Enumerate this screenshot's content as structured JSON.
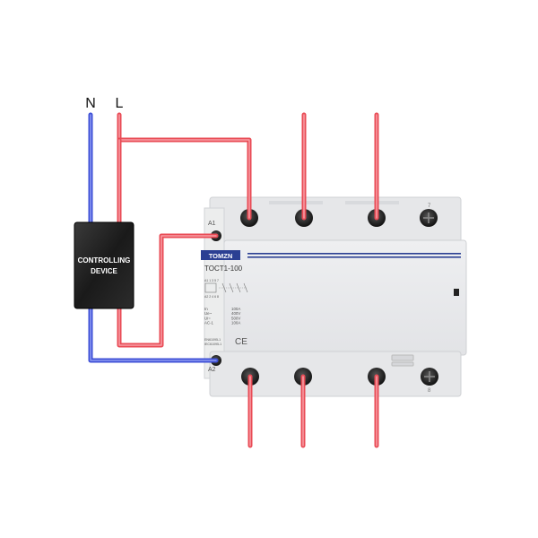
{
  "labels": {
    "neutral": "N",
    "line": "L",
    "terminal_a1": "A1",
    "terminal_a2": "A2",
    "terminal_7": "7",
    "terminal_8": "8"
  },
  "controller": {
    "line1": "CONTROLLING",
    "line2": "DEVICE"
  },
  "device": {
    "brand": "TOMZN",
    "model": "TOCT1-100",
    "schematic_top": "A1  1  3  5  7",
    "schematic_bottom": "A2  2  4  6  8",
    "specs": [
      {
        "key": "In",
        "value": "100A"
      },
      {
        "key": "Ue~",
        "value": "400V"
      },
      {
        "key": "Ui~",
        "value": "500V"
      },
      {
        "key": "AC-1",
        "value": "100A"
      }
    ],
    "standard_1": "EN61095-1",
    "standard_2": "IEC61095-1",
    "ce_mark": "CE"
  },
  "colors": {
    "live": "#e94b55",
    "live_core": "#f7a0a6",
    "neutral": "#3d4fd6",
    "neutral_core": "#8f9cf2",
    "body": "#e7e8ea",
    "body_shade": "#d3d5d8",
    "controller": "#1e1e1e",
    "brand_blue": "#2b3f93"
  }
}
